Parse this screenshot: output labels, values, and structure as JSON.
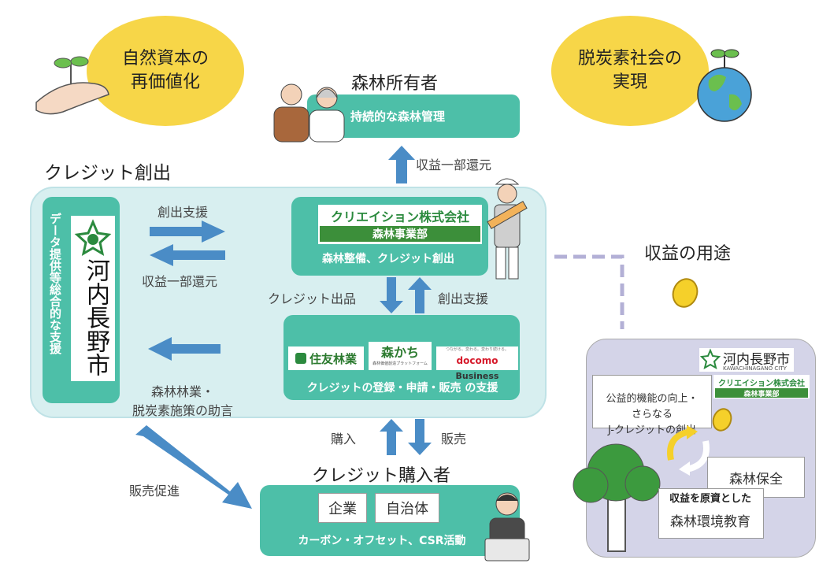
{
  "values": {
    "left": "自然資本の\n再価値化",
    "right": "脱炭素社会の\n実現"
  },
  "owner": {
    "title": "森林所有者",
    "box": "持続的な森林管理"
  },
  "credit_creation": {
    "title": "クレジット創出"
  },
  "city": {
    "side": "データ提供等総合的な支援",
    "name": "河内長野市"
  },
  "arrows": {
    "support": "創出支援",
    "return_left": "収益一部還元",
    "return_up": "収益一部還元",
    "advice": "森林林業・\n脱炭素施策の助言",
    "listing": "クレジット出品",
    "support2": "創出支援",
    "buy": "購入",
    "sell": "販売",
    "promo": "販売促進"
  },
  "creation_co": {
    "name": "クリエイション株式会社",
    "dept": "森林事業部",
    "desc": "森林整備、クレジット創出"
  },
  "partners": {
    "p1": "住友林業",
    "p2": "森かち",
    "p2_sub": "森林価値創造プラットフォーム",
    "p3_tag": "つながる。変わる。変わり続ける。",
    "p3a": "docomo",
    "p3b": "Business",
    "desc": "クレジットの登録・申請・販売 の支援"
  },
  "buyers": {
    "title": "クレジット購入者",
    "b1": "企業",
    "b2": "自治体",
    "desc": "カーボン・オフセット、CSR活動"
  },
  "usage": {
    "title": "収益の用途",
    "city_name": "河内長野市",
    "city_en": "KAWACHINAGANO CITY",
    "co_name": "クリエイション株式会社",
    "co_dept": "森林事業部",
    "purpose": "公益的機能の向上・\nさらなる\nJ-クレジットの創出",
    "conserve": "森林保全",
    "funded": "収益を原資とした",
    "education": "森林環境教育"
  },
  "colors": {
    "teal": "#4dbfa8",
    "blue": "#4a8cc6",
    "yellow": "#f7d648",
    "green": "#3c8f3a"
  }
}
